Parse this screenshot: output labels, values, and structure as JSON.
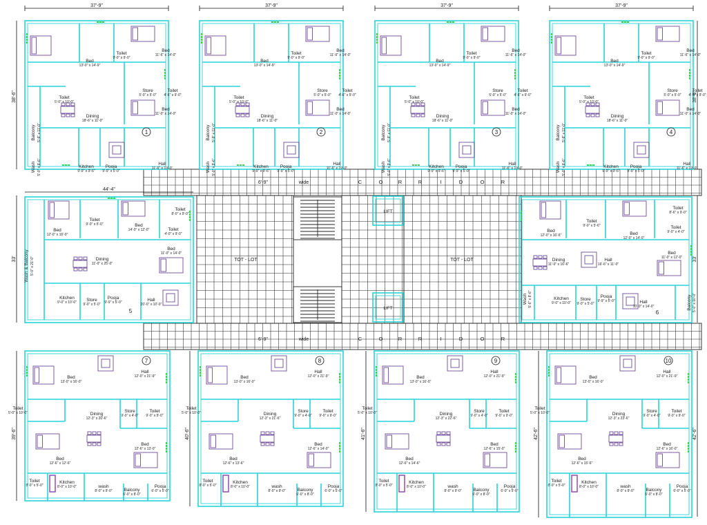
{
  "dimensions": {
    "width_top": "37'-9\"",
    "width_mid": "44'-4\"",
    "depth_top": "38'-6\"",
    "depth_mid": "33'",
    "depth_bot_1": "39'-6\"",
    "depth_bot_2": "40'-6\"",
    "depth_bot_3": "41'-6\"",
    "depth_bot_4": "42'-6\""
  },
  "corridor": {
    "width_label": "6'-9\"",
    "wide_label": "wide",
    "letters": [
      "C",
      "O",
      "R",
      "R",
      "I",
      "D",
      "O",
      "R"
    ]
  },
  "common": {
    "tot_lot": "TOT - LOT",
    "lift": "LIFT"
  },
  "top_units": [
    {
      "number": "1",
      "rooms": [
        {
          "name": "Bed",
          "dim": "13'-0\" x 14'-9\""
        },
        {
          "name": "Toilet",
          "dim": "9'-0\" x 9'-0\""
        },
        {
          "name": "Bed",
          "dim": "11'-6\" x 14'-0\""
        },
        {
          "name": "Toilet",
          "dim": "5'-0\" x 10'-0\""
        },
        {
          "name": "Store",
          "dim": "5'-0\" x 5'-0\""
        },
        {
          "name": "Toilet",
          "dim": "4'-6\" x 9'-0\""
        },
        {
          "name": "Dining",
          "dim": "18'-6\" x 11'-0\""
        },
        {
          "name": "Bed",
          "dim": "11'-0\" x 14'-0\""
        },
        {
          "name": "Balcony",
          "dim": "5'-9\" x 11'-0\""
        },
        {
          "name": "Wash",
          "dim": "5'-0\" x 9'-6\""
        },
        {
          "name": "Kitchen",
          "dim": "9'-9\" x 9'-6\""
        },
        {
          "name": "Pooja",
          "dim": "9'-9\" x 5'-0\""
        },
        {
          "name": "Hall",
          "dim": "11'-6\" x 19'-0\""
        }
      ]
    },
    {
      "number": "2",
      "rooms": [
        {
          "name": "Bed",
          "dim": "13'-0\" x 14'-9\""
        },
        {
          "name": "Toilet",
          "dim": "9'-0\" x 9'-0\""
        },
        {
          "name": "Bed",
          "dim": "11'-6\" x 14'-0\""
        },
        {
          "name": "Toilet",
          "dim": "5'-0\" x 10'-0\""
        },
        {
          "name": "Store",
          "dim": "5'-0\" x 5'-0\""
        },
        {
          "name": "Toilet",
          "dim": "4'-6\" x 9'-0\""
        },
        {
          "name": "Dining",
          "dim": "18'-6\" x 11'-0\""
        },
        {
          "name": "Bed",
          "dim": "11'-0\" x 14'-0\""
        },
        {
          "name": "Balcony",
          "dim": "5'-9\" x 11'-0\""
        },
        {
          "name": "Wash",
          "dim": "5'-0\" x 9'-6\""
        },
        {
          "name": "Kitchen",
          "dim": "9'-9\" x 9'-6\""
        },
        {
          "name": "Pooja",
          "dim": "9'-9\" x 5'-0\""
        },
        {
          "name": "Hall",
          "dim": "11'-6\" x 19'-0\""
        }
      ]
    },
    {
      "number": "3",
      "rooms": [
        {
          "name": "Bed",
          "dim": "13'-0\" x 14'-9\""
        },
        {
          "name": "Toilet",
          "dim": "9'-0\" x 9'-0\""
        },
        {
          "name": "Bed",
          "dim": "11'-6\" x 14'-0\""
        },
        {
          "name": "Toilet",
          "dim": "5'-0\" x 10'-0\""
        },
        {
          "name": "Store",
          "dim": "5'-0\" x 5'-0\""
        },
        {
          "name": "Toilet",
          "dim": "4'-6\" x 9'-0\""
        },
        {
          "name": "Dining",
          "dim": "18'-6\" x 11'-0\""
        },
        {
          "name": "Bed",
          "dim": "11'-0\" x 14'-0\""
        },
        {
          "name": "Balcony",
          "dim": "5'-9\" x 11'-0\""
        },
        {
          "name": "Wash",
          "dim": "5'-0\" x 9'-6\""
        },
        {
          "name": "Kitchen",
          "dim": "9'-9\" x 9'-6\""
        },
        {
          "name": "Pooja",
          "dim": "9'-9\" x 5'-0\""
        },
        {
          "name": "Hall",
          "dim": "11'-6\" x 19'-0\""
        }
      ]
    },
    {
      "number": "4",
      "rooms": [
        {
          "name": "Bed",
          "dim": "13'-0\" x 14'-9\""
        },
        {
          "name": "Toilet",
          "dim": "9'-0\" x 9'-0\""
        },
        {
          "name": "Bed",
          "dim": "11'-6\" x 14'-0\""
        },
        {
          "name": "Toilet",
          "dim": "5'-0\" x 10'-0\""
        },
        {
          "name": "Store",
          "dim": "5'-0\" x 5'-0\""
        },
        {
          "name": "Toilet",
          "dim": "4'-6\" x 9'-0\""
        },
        {
          "name": "Dining",
          "dim": "18'-6\" x 11'-0\""
        },
        {
          "name": "Bed",
          "dim": "11'-0\" x 14'-0\""
        },
        {
          "name": "Balcony",
          "dim": "5'-9\" x 11'-0\""
        },
        {
          "name": "Wash",
          "dim": "5'-0\" x 9'-6\""
        },
        {
          "name": "Kitchen",
          "dim": "9'-9\" x 9'-6\""
        },
        {
          "name": "Pooja",
          "dim": "9'-9\" x 5'-0\""
        },
        {
          "name": "Hall",
          "dim": "11'-6\" x 19'-0\""
        }
      ]
    }
  ],
  "unit5": {
    "number": "5",
    "rooms": [
      {
        "name": "Toilet",
        "dim": "8'-0\" x 9'-0\""
      },
      {
        "name": "Toilet",
        "dim": "9'-0\" x 5'-0\""
      },
      {
        "name": "Bed",
        "dim": "14'-0\" x 12'-0\""
      },
      {
        "name": "Toilet",
        "dim": "4'-0\" x 9'-0\""
      },
      {
        "name": "Bed",
        "dim": "12'-0\" x 16'-0\""
      },
      {
        "name": "Bed",
        "dim": "11'-0\" x 14'-0\""
      },
      {
        "name": "Dining",
        "dim": "11'-0\" x 25'-0\""
      },
      {
        "name": "Wash & Balcony",
        "dim": "5'-0\" x 21'-0\""
      },
      {
        "name": "Kitchen",
        "dim": "9'-0\" x 10'-0\""
      },
      {
        "name": "Store",
        "dim": "9'-0\" x 5'-0\""
      },
      {
        "name": "Pooja",
        "dim": "9'-9\" x 5'-0\""
      },
      {
        "name": "Hall",
        "dim": "20'-0\" x 10'-0\""
      }
    ]
  },
  "unit6": {
    "number": "6",
    "rooms": [
      {
        "name": "Toilet",
        "dim": "8'-6\" x 9'-0\""
      },
      {
        "name": "Toilet",
        "dim": "9'-0\" x 5'-6\""
      },
      {
        "name": "Bed",
        "dim": "12'-0\" x 16'-6\""
      },
      {
        "name": "Bed",
        "dim": "12'-0\" x 14'-0\""
      },
      {
        "name": "Toilet",
        "dim": "9'-0\" x 4'-0\""
      },
      {
        "name": "Bed",
        "dim": "11'-0\" x 12'-0\""
      },
      {
        "name": "Dining",
        "dim": "11'-0\" x 16'-6\""
      },
      {
        "name": "Hall",
        "dim": "16'-6\" x 11'-0\""
      },
      {
        "name": "Wash",
        "dim": "5'-6\" x 8'-6\""
      },
      {
        "name": "Kitchen",
        "dim": "9'-0\" x 10'-0\""
      },
      {
        "name": "Store",
        "dim": "9'-0\" x 5'-0\""
      },
      {
        "name": "Pooja",
        "dim": "9'-9\" x 5'-0\""
      },
      {
        "name": "Hall",
        "dim": "10'-0\" x 14'-0\""
      },
      {
        "name": "Balcony",
        "dim": "5'-0\" x 10'-0\""
      }
    ]
  },
  "bottom_units": [
    {
      "number": "7",
      "rooms": [
        {
          "name": "Hall",
          "dim": "12'-0\" x 21'-9\""
        },
        {
          "name": "Bed",
          "dim": "13'-0\" x 16'-0\""
        },
        {
          "name": "Toilet",
          "dim": "5'-0\" x 10'-0\""
        },
        {
          "name": "Dining",
          "dim": "12'-3\" x 20'-6\""
        },
        {
          "name": "Store",
          "dim": "9'-0\" x 4'-0\""
        },
        {
          "name": "Toilet",
          "dim": "9'-0\" x 9'-0\""
        },
        {
          "name": "Bed",
          "dim": "12'-6\" x 13'-0\""
        },
        {
          "name": "Bed",
          "dim": "12'-6\" x 12'-6\""
        },
        {
          "name": "Toilet",
          "dim": "8'-0\" x 5'-0\""
        },
        {
          "name": "Kitchen",
          "dim": "8'-0\" x 10'-0\""
        },
        {
          "name": "wash",
          "dim": "8'-0\" x 9'-0\""
        },
        {
          "name": "Balcony",
          "dim": "6'-0\" x 8'-0\""
        },
        {
          "name": "Pooja",
          "dim": "6'-0\" x 5'-0\""
        }
      ]
    },
    {
      "number": "8",
      "rooms": [
        {
          "name": "Hall",
          "dim": "12'-0\" x 21'-9\""
        },
        {
          "name": "Bed",
          "dim": "13'-0\" x 16'-0\""
        },
        {
          "name": "Toilet",
          "dim": "5'-0\" x 10'-0\""
        },
        {
          "name": "Dining",
          "dim": "12'-3\" x 21'-6\""
        },
        {
          "name": "Store",
          "dim": "9'-0\" x 4'-0\""
        },
        {
          "name": "Toilet",
          "dim": "9'-0\" x 9'-0\""
        },
        {
          "name": "Bed",
          "dim": "12'-6\" x 14'-0\""
        },
        {
          "name": "Bed",
          "dim": "12'-6\" x 13'-6\""
        },
        {
          "name": "Toilet",
          "dim": "8'-0\" x 5'-0\""
        },
        {
          "name": "Kitchen",
          "dim": "8'-0\" x 10'-0\""
        },
        {
          "name": "wash",
          "dim": "8'-0\" x 9'-0\""
        },
        {
          "name": "Balcony",
          "dim": "6'-0\" x 8'-0\""
        },
        {
          "name": "Pooja",
          "dim": "6'-0\" x 5'-0\""
        }
      ]
    },
    {
      "number": "9",
      "rooms": [
        {
          "name": "Hall",
          "dim": "12'-0\" x 21'-9\""
        },
        {
          "name": "Bed",
          "dim": "13'-0\" x 16'-0\""
        },
        {
          "name": "Toilet",
          "dim": "5'-0\" x 10'-0\""
        },
        {
          "name": "Dining",
          "dim": "12'-3\" x 22'-6\""
        },
        {
          "name": "Store",
          "dim": "9'-0\" x 4'-0\""
        },
        {
          "name": "Toilet",
          "dim": "9'-0\" x 9'-0\""
        },
        {
          "name": "Bed",
          "dim": "12'-6\" x 15'-0\""
        },
        {
          "name": "Bed",
          "dim": "12'-6\" x 14'-6\""
        },
        {
          "name": "Toilet",
          "dim": "8'-0\" x 5'-0\""
        },
        {
          "name": "Kitchen",
          "dim": "8'-0\" x 10'-0\""
        },
        {
          "name": "wash",
          "dim": "8'-0\" x 9'-0\""
        },
        {
          "name": "Balcony",
          "dim": "6'-0\" x 8'-0\""
        },
        {
          "name": "Pooja",
          "dim": "6'-0\" x 5'-0\""
        }
      ]
    },
    {
      "number": "10",
      "rooms": [
        {
          "name": "Hall",
          "dim": "12'-0\" x 21'-9\""
        },
        {
          "name": "Bed",
          "dim": "13'-0\" x 16'-0\""
        },
        {
          "name": "Toilet",
          "dim": "5'-0\" x 10'-0\""
        },
        {
          "name": "Dining",
          "dim": "12'-3\" x 23'-6\""
        },
        {
          "name": "Store",
          "dim": "9'-0\" x 4'-0\""
        },
        {
          "name": "Toilet",
          "dim": "9'-0\" x 9'-0\""
        },
        {
          "name": "Bed",
          "dim": "12'-6\" x 16'-0\""
        },
        {
          "name": "Bed",
          "dim": "12'-6\" x 15'-6\""
        },
        {
          "name": "Toilet",
          "dim": "8'-0\" x 5'-0\""
        },
        {
          "name": "Kitchen",
          "dim": "8'-0\" x 10'-0\""
        },
        {
          "name": "wash",
          "dim": "8'-0\" x 9'-0\""
        },
        {
          "name": "Balcony",
          "dim": "6'-0\" x 8'-0\""
        },
        {
          "name": "Pooja",
          "dim": "6'-0\" x 5'-0\""
        }
      ]
    }
  ]
}
